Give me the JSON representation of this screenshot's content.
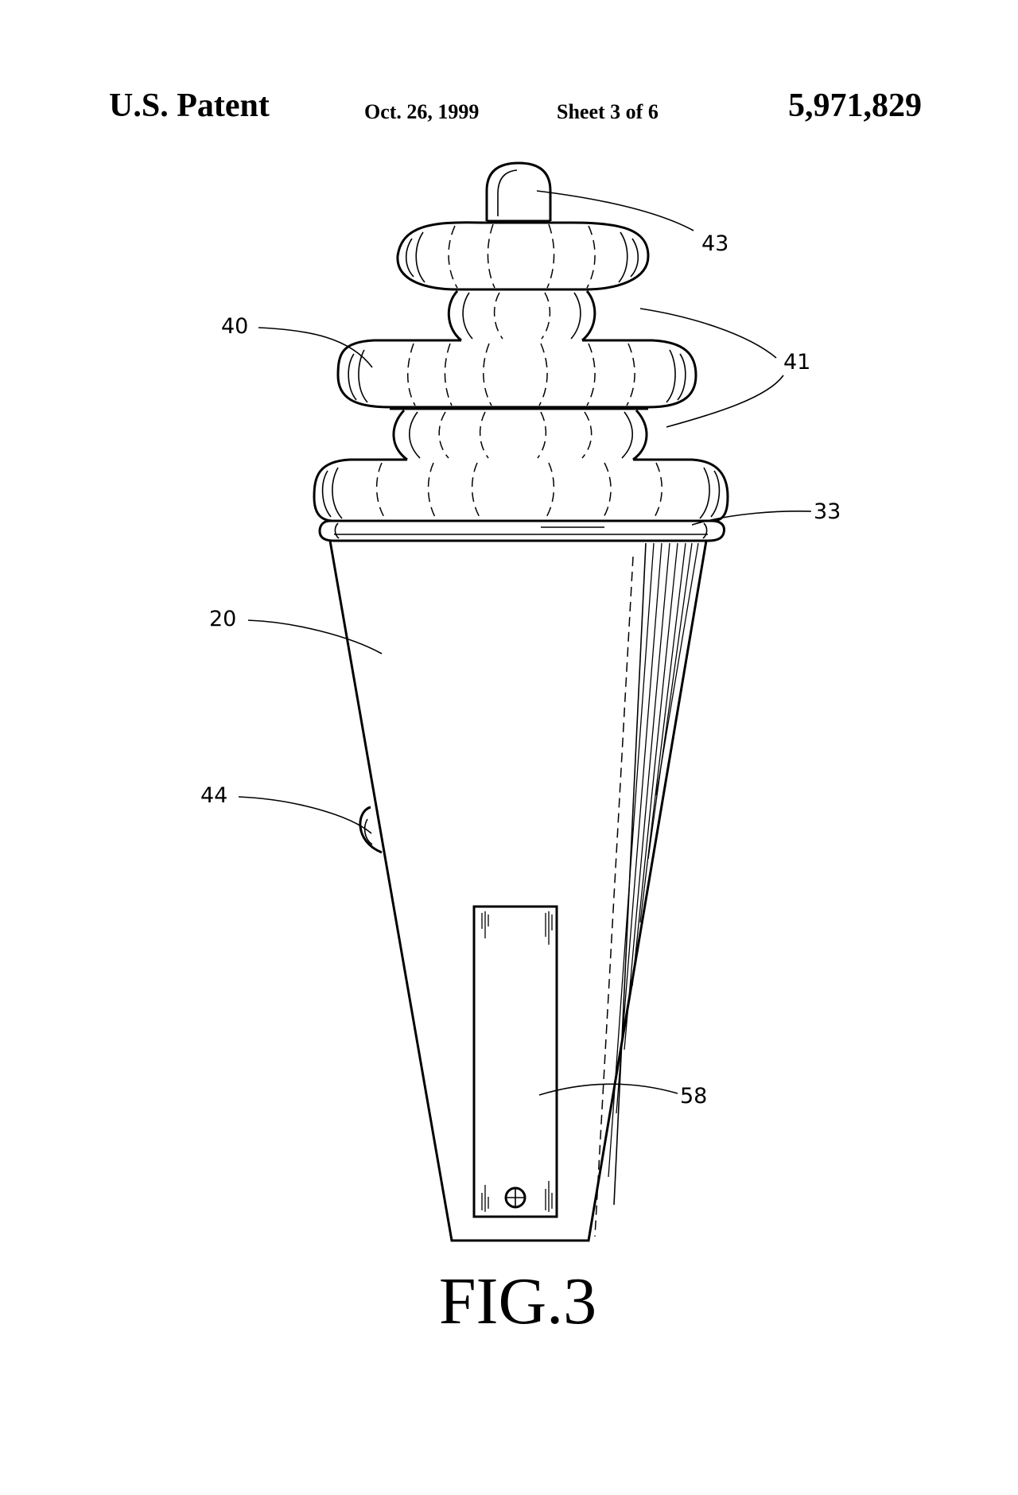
{
  "header": {
    "left": "U.S. Patent",
    "date": "Oct. 26, 1999",
    "sheet": "Sheet 3 of 6",
    "patent_number": "5,971,829"
  },
  "figure": {
    "label": "FIG.3",
    "reference_numerals": {
      "r43": "43",
      "r40": "40",
      "r41": "41",
      "r33": "33",
      "r20": "20",
      "r44": "44",
      "r58": "58"
    }
  }
}
